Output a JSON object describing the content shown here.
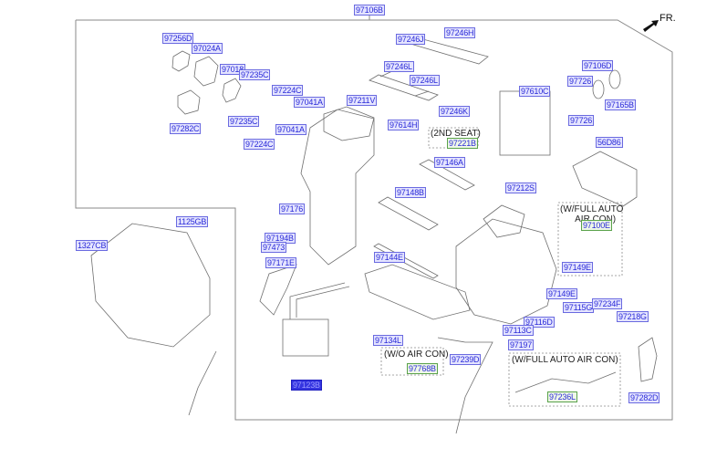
{
  "diagram": {
    "title_part": "97106B",
    "direction_label": "FR.",
    "accent_color": "#3535e0",
    "label_color": "#2b2bd8",
    "notes": {
      "second_seat": "(2ND SEAT)",
      "full_auto_top": "(W/FULL AUTO\n      AIR CON)",
      "wo_air_con": "(W/O AIR CON)",
      "full_auto_bottom": "(W/FULL AUTO AIR CON)"
    },
    "parts": [
      {
        "id": "p97106B",
        "label": "97106B",
        "variant": "normal"
      },
      {
        "id": "p97256D",
        "label": "97256D",
        "variant": "normal"
      },
      {
        "id": "p97024A",
        "label": "97024A",
        "variant": "normal"
      },
      {
        "id": "p97018",
        "label": "97018",
        "variant": "normal"
      },
      {
        "id": "p97235C_1",
        "label": "97235C",
        "variant": "normal"
      },
      {
        "id": "p97224C_1",
        "label": "97224C",
        "variant": "normal"
      },
      {
        "id": "p97041A_1",
        "label": "97041A",
        "variant": "normal"
      },
      {
        "id": "p97282C",
        "label": "97282C",
        "variant": "normal"
      },
      {
        "id": "p97235C_2",
        "label": "97235C",
        "variant": "normal"
      },
      {
        "id": "p97041A_2",
        "label": "97041A",
        "variant": "normal"
      },
      {
        "id": "p97224C_2",
        "label": "97224C",
        "variant": "normal"
      },
      {
        "id": "p97211V",
        "label": "97211V",
        "variant": "normal"
      },
      {
        "id": "p97246J",
        "label": "97246J",
        "variant": "normal"
      },
      {
        "id": "p97246H",
        "label": "97246H",
        "variant": "normal"
      },
      {
        "id": "p97246L_1",
        "label": "97246L",
        "variant": "normal"
      },
      {
        "id": "p97246L_2",
        "label": "97246L",
        "variant": "normal"
      },
      {
        "id": "p97246K",
        "label": "97246K",
        "variant": "normal"
      },
      {
        "id": "p97614H",
        "label": "97614H",
        "variant": "normal"
      },
      {
        "id": "p97221B",
        "label": "97221B",
        "variant": "green"
      },
      {
        "id": "p97610C",
        "label": "97610C",
        "variant": "normal"
      },
      {
        "id": "p97106D",
        "label": "97106D",
        "variant": "normal"
      },
      {
        "id": "p97726_1",
        "label": "97726",
        "variant": "normal"
      },
      {
        "id": "p97165B",
        "label": "97165B",
        "variant": "normal"
      },
      {
        "id": "p97726_2",
        "label": "97726",
        "variant": "normal"
      },
      {
        "id": "p56D86",
        "label": "56D86",
        "variant": "normal"
      },
      {
        "id": "p97146A",
        "label": "97146A",
        "variant": "normal"
      },
      {
        "id": "p97148B",
        "label": "97148B",
        "variant": "normal"
      },
      {
        "id": "p97176",
        "label": "97176",
        "variant": "normal"
      },
      {
        "id": "p97212S",
        "label": "97212S",
        "variant": "normal"
      },
      {
        "id": "p97100E",
        "label": "97100E",
        "variant": "green"
      },
      {
        "id": "p97149E_1",
        "label": "97149E",
        "variant": "normal"
      },
      {
        "id": "p1125GB",
        "label": "1125GB",
        "variant": "normal"
      },
      {
        "id": "p1327CB",
        "label": "1327CB",
        "variant": "normal"
      },
      {
        "id": "p97194B",
        "label": "97194B",
        "variant": "normal"
      },
      {
        "id": "p97473",
        "label": "97473",
        "variant": "normal"
      },
      {
        "id": "p97144E",
        "label": "97144E",
        "variant": "normal"
      },
      {
        "id": "p97171E",
        "label": "97171E",
        "variant": "normal"
      },
      {
        "id": "p97149E_2",
        "label": "97149E",
        "variant": "normal"
      },
      {
        "id": "p97115G",
        "label": "97115G",
        "variant": "normal"
      },
      {
        "id": "p97234F",
        "label": "97234F",
        "variant": "normal"
      },
      {
        "id": "p97218G",
        "label": "97218G",
        "variant": "normal"
      },
      {
        "id": "p97116D",
        "label": "97116D",
        "variant": "normal"
      },
      {
        "id": "p97113C",
        "label": "97113C",
        "variant": "normal"
      },
      {
        "id": "p97134L",
        "label": "97134L",
        "variant": "normal"
      },
      {
        "id": "p97197",
        "label": "97197",
        "variant": "normal"
      },
      {
        "id": "p97239D",
        "label": "97239D",
        "variant": "normal"
      },
      {
        "id": "p97768B",
        "label": "97768B",
        "variant": "green"
      },
      {
        "id": "p97123B",
        "label": "97123B",
        "variant": "selected"
      },
      {
        "id": "p97236L",
        "label": "97236L",
        "variant": "green"
      },
      {
        "id": "p97282D",
        "label": "97282D",
        "variant": "normal"
      }
    ]
  }
}
